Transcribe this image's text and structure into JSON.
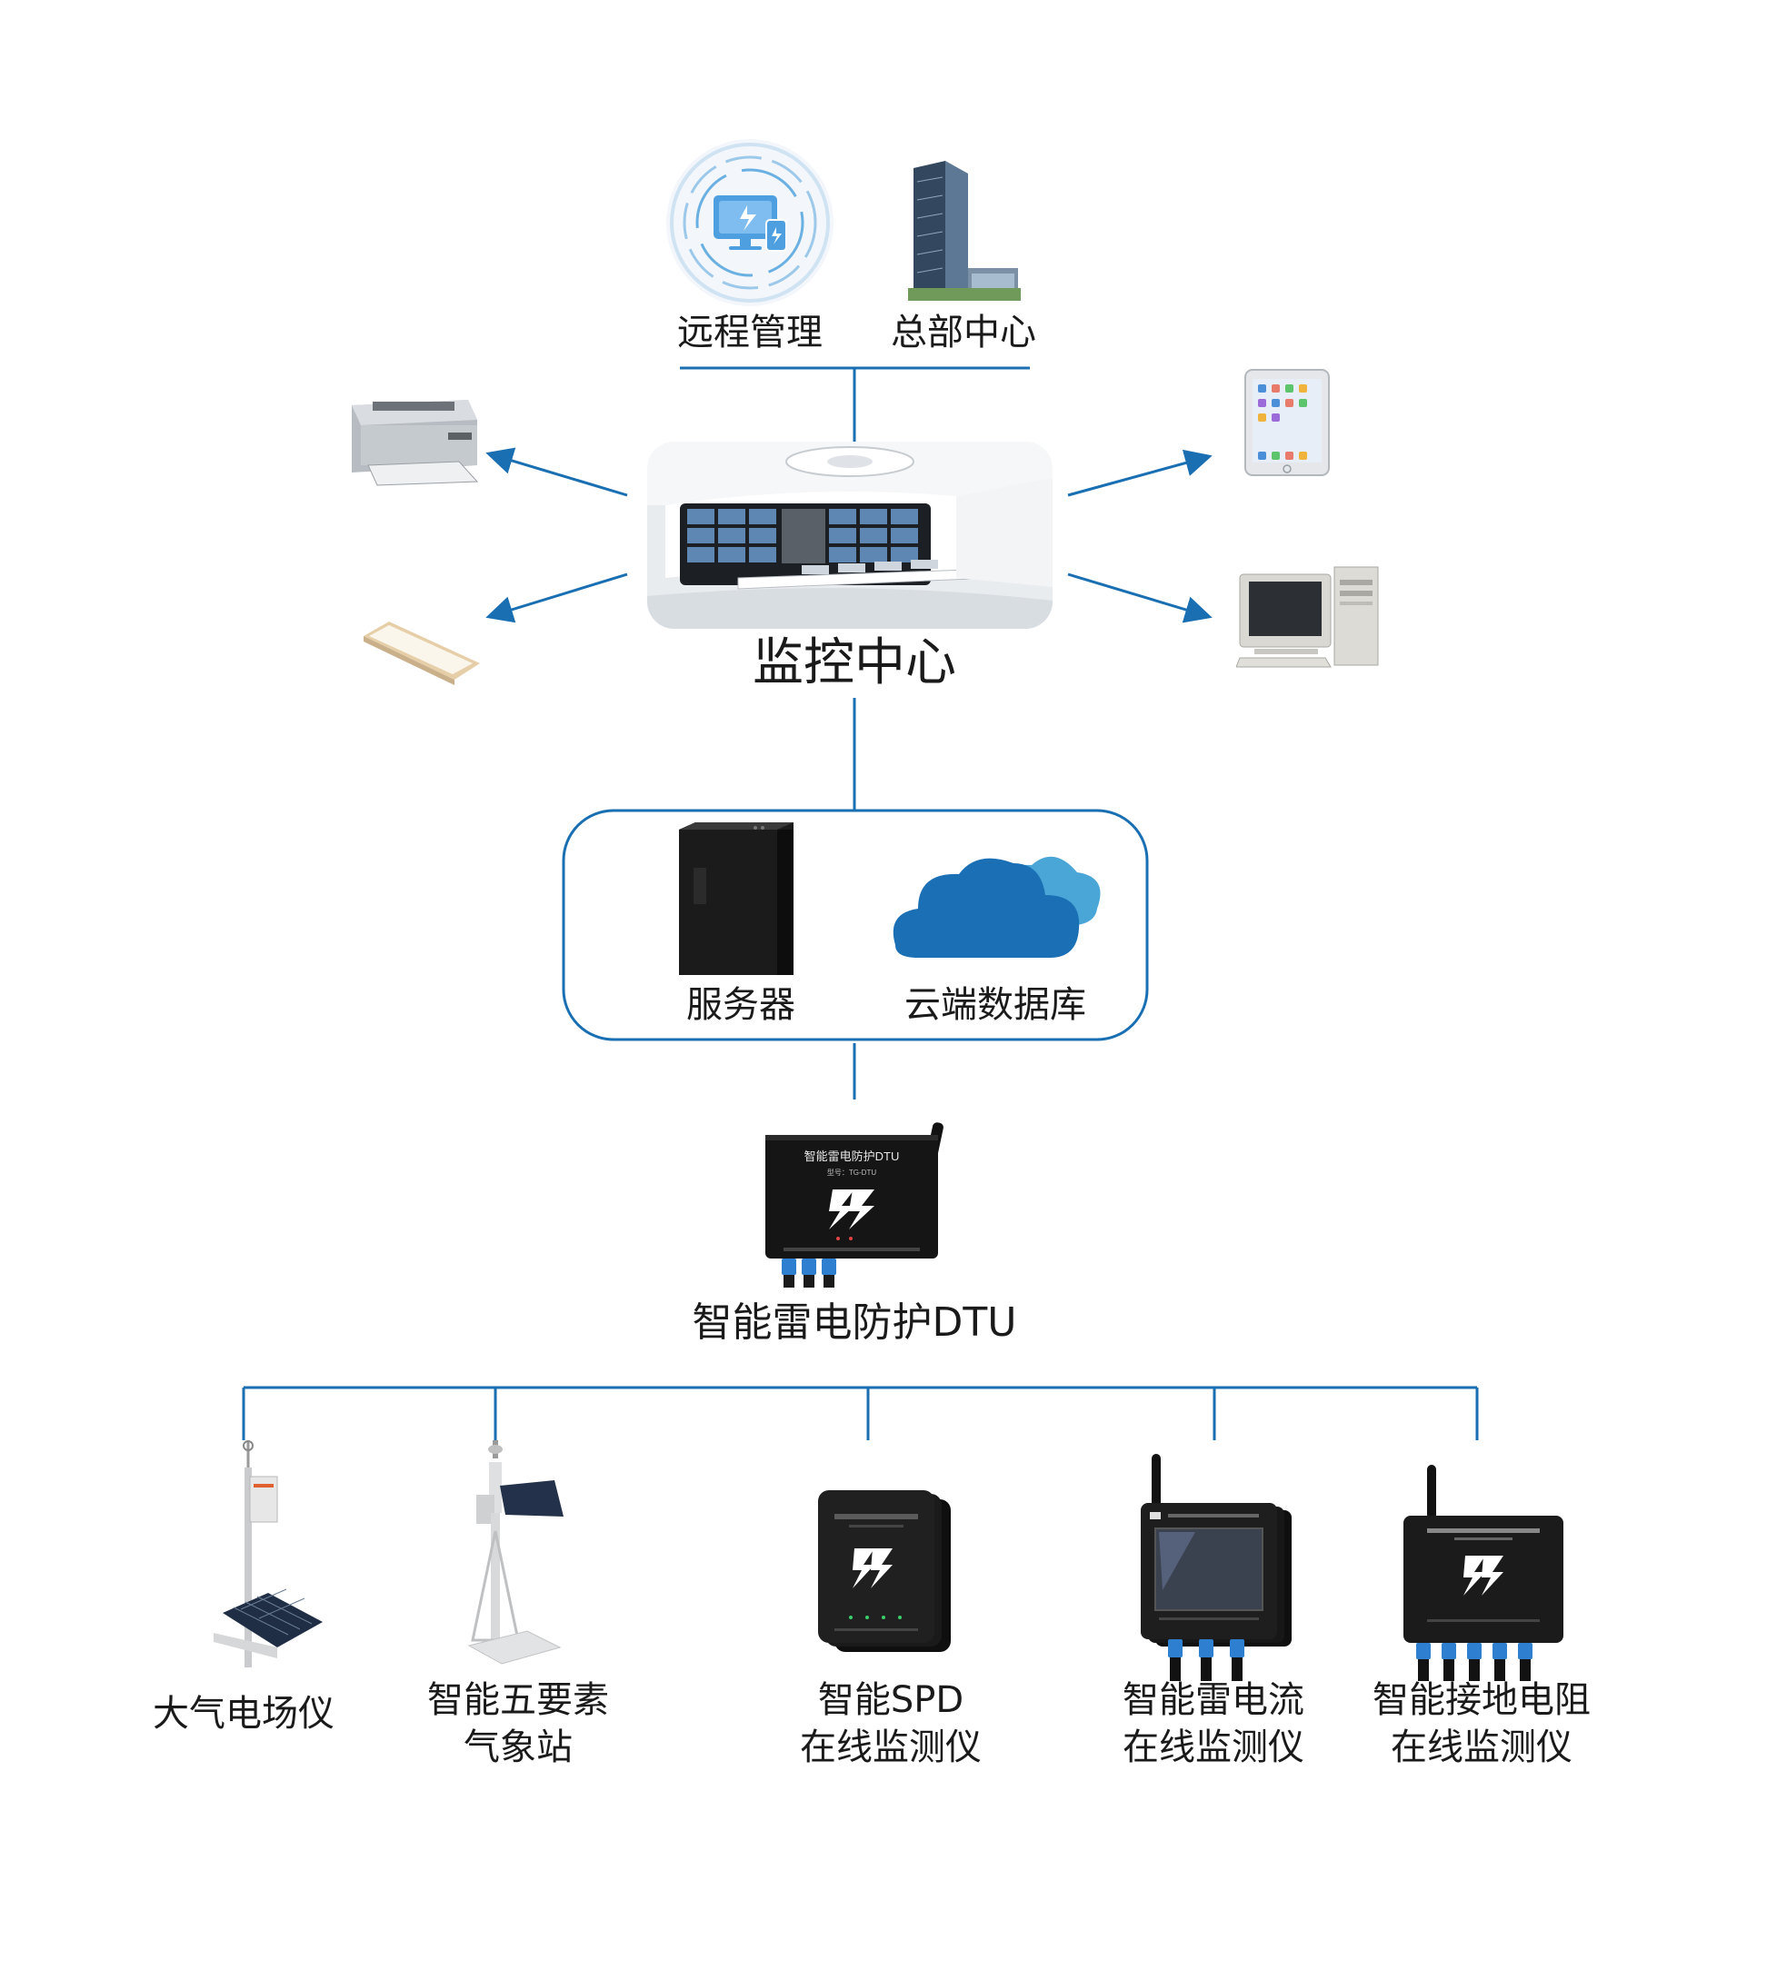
{
  "colors": {
    "line": "#1a6fb3",
    "cloud_front": "#1b6fb5",
    "cloud_back": "#4aa6d6",
    "device_dark": "#151515",
    "text": "#1a1a1a"
  },
  "top": {
    "remote_management": {
      "label": "远程管理",
      "icon": "remote-monitor-icon"
    },
    "headquarters": {
      "label": "总部中心",
      "icon": "office-building-icon"
    }
  },
  "monitoring_center": {
    "label": "监控中心",
    "icon": "control-room-photo"
  },
  "outputs": [
    {
      "name": "printer",
      "icon": "printer-icon"
    },
    {
      "name": "smartphone",
      "icon": "smartphone-icon"
    },
    {
      "name": "tablet",
      "icon": "tablet-icon"
    },
    {
      "name": "desktop-pc",
      "icon": "desktop-computer-icon"
    }
  ],
  "server_group": {
    "server": {
      "label": "服务器",
      "icon": "server-tower-icon"
    },
    "cloud": {
      "label": "云端数据库",
      "icon": "cloud-database-icon"
    }
  },
  "dtu": {
    "label": "智能雷电防护DTU",
    "icon": "dtu-device-icon",
    "device_printed_title": "智能雷电防护DTU",
    "device_printed_model": "型号：TG-DTU"
  },
  "sensors": [
    {
      "label": "大气电场仪",
      "icon": "atmospheric-field-meter-icon"
    },
    {
      "label": "智能五要素\n气象站",
      "icon": "weather-station-icon"
    },
    {
      "label": "智能SPD\n在线监测仪",
      "icon": "spd-monitor-icon"
    },
    {
      "label": "智能雷电流\n在线监测仪",
      "icon": "lightning-current-monitor-icon"
    },
    {
      "label": "智能接地电阻\n在线监测仪",
      "icon": "ground-resistance-monitor-icon"
    }
  ]
}
